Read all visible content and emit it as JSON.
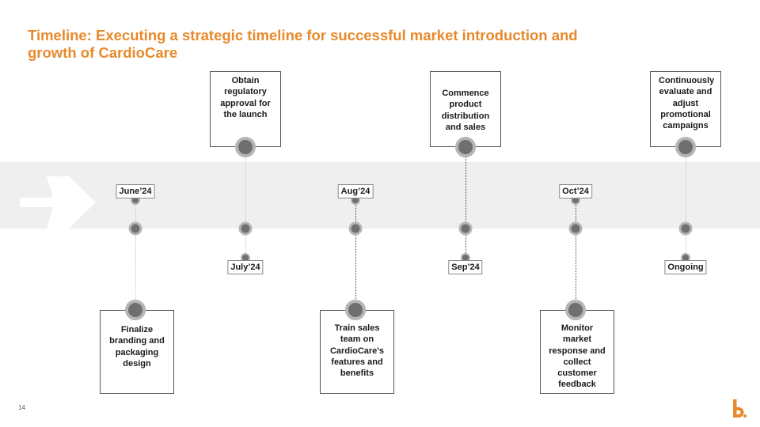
{
  "slide": {
    "title": "Timeline: Executing a strategic timeline for successful market introduction and growth of CardioCare",
    "page_number": "14"
  },
  "timeline": {
    "dates": [
      {
        "label": "June’24"
      },
      {
        "label": "July’24"
      },
      {
        "label": "Aug’24"
      },
      {
        "label": "Sep’24"
      },
      {
        "label": "Oct’24"
      },
      {
        "label": "Ongoing"
      }
    ],
    "milestones": [
      {
        "text": "Finalize branding and packaging design"
      },
      {
        "text": "Obtain regulatory approval for the launch"
      },
      {
        "text": "Train sales team on CardioCare's features and benefits"
      },
      {
        "text": "Commence product distribution and sales"
      },
      {
        "text": "Monitor market response and collect customer feedback"
      },
      {
        "text": "Continuously evaluate and adjust promotional campaigns"
      }
    ]
  },
  "colors": {
    "title": "#e8892b",
    "band": "#efefef",
    "logo": "#e8892b"
  }
}
